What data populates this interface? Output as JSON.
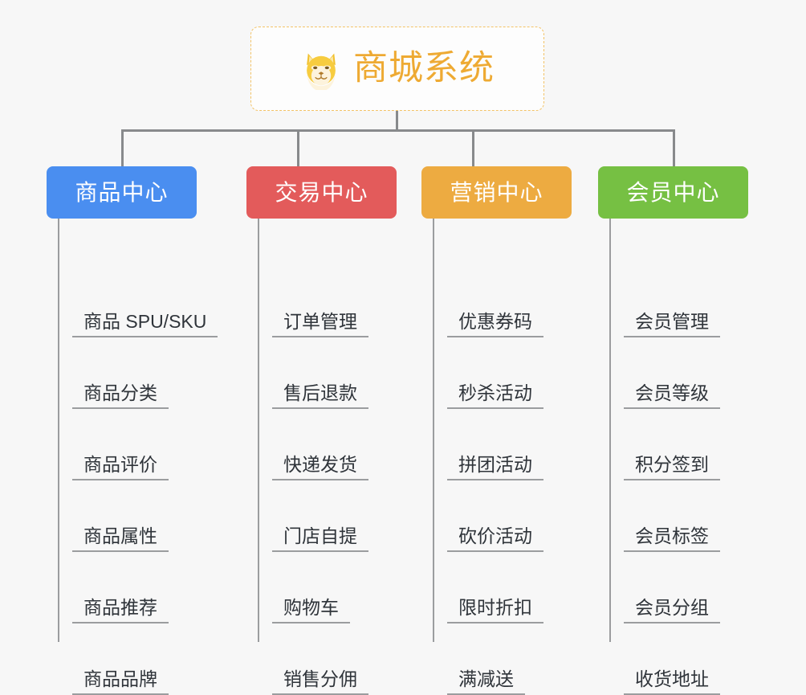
{
  "theme": {
    "canvas_bg": "#f7f7f7",
    "root_border": "#f3c367",
    "root_text": "#eeaa33",
    "connector": "#888a8c",
    "leaf_text": "#2f343a",
    "leaf_rule": "#9b9d9f"
  },
  "root": {
    "icon": "shiba-dog-face-icon",
    "title": "商城系统"
  },
  "branches": [
    {
      "label": "商品中心",
      "color": "#4a8ef0",
      "items": [
        "商品 SPU/SKU",
        "商品分类",
        "商品评价",
        "商品属性",
        "商品推荐",
        "商品品牌"
      ]
    },
    {
      "label": "交易中心",
      "color": "#e35b5b",
      "items": [
        "订单管理",
        "售后退款",
        "快递发货",
        "门店自提",
        "购物车",
        "销售分佣"
      ]
    },
    {
      "label": "营销中心",
      "color": "#edab41",
      "items": [
        "优惠券码",
        "秒杀活动",
        "拼团活动",
        "砍价活动",
        "限时折扣",
        "满减送"
      ]
    },
    {
      "label": "会员中心",
      "color": "#76c043",
      "items": [
        "会员管理",
        "会员等级",
        "积分签到",
        "会员标签",
        "会员分组",
        "收货地址"
      ]
    }
  ]
}
